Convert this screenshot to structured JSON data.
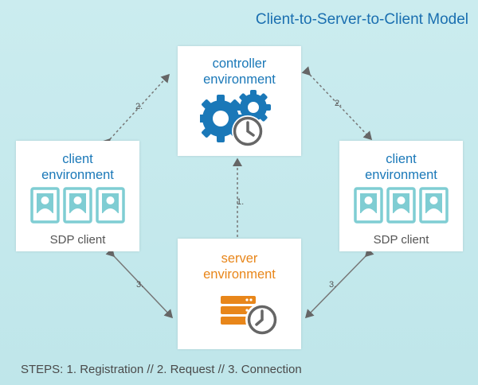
{
  "title": "Client-to-Server-to-Client Model",
  "controller": {
    "line1": "controller",
    "line2": "environment"
  },
  "server": {
    "line1": "server",
    "line2": "environment"
  },
  "client_left": {
    "line1": "client",
    "line2": "environment",
    "caption": "SDP client"
  },
  "client_right": {
    "line1": "client",
    "line2": "environment",
    "caption": "SDP client"
  },
  "arrows": {
    "step1": "1.",
    "step2_left": "2.",
    "step2_right": "2.",
    "step3_left": "3.",
    "step3_right": "3."
  },
  "footer": "STEPS: 1. Registration // 2. Request // 3. Connection",
  "colors": {
    "background": "#c5e9ec",
    "blue": "#1a78b8",
    "orange": "#e8861a",
    "card": "#7fcdd3"
  },
  "icons": {
    "controller": "gears-clock-icon",
    "server": "server-stack-clock-icon",
    "client": "user-card-icon"
  }
}
